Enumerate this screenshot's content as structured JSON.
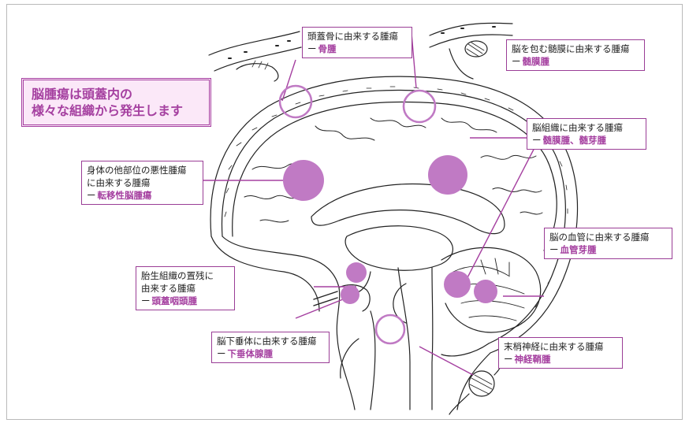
{
  "colors": {
    "accent": "#a540a0",
    "accent_fill": "#c07ac4",
    "title_bg": "#fbe8f8",
    "line": "#222222"
  },
  "title": {
    "line1": "脳腫瘍は頭蓋内の",
    "line2": "様々な組織から発生します"
  },
  "labels": {
    "bone": {
      "text1": "頭蓋骨に由来する腫瘍",
      "tumor": "骨腫"
    },
    "meninges": {
      "text1": "脳を包む髄膜に由来する腫瘍",
      "tumor": "髄膜腫"
    },
    "brain_tissue": {
      "text1": "脳組織に由来する腫瘍",
      "tumor": "髄膜腫、髄芽腫"
    },
    "metastatic": {
      "text1": "身体の他部位の悪性腫瘍",
      "text2": "に由来する腫瘍",
      "tumor": "転移性脳腫瘍"
    },
    "vascular": {
      "text1": "脳の血管に由来する腫瘍",
      "tumor": "血管芽腫"
    },
    "embryonic": {
      "text1": "胎生組織の置残に",
      "text2": "由来する腫瘍",
      "tumor": "頭蓋咽頭腫"
    },
    "pituitary": {
      "text1": "脳下垂体に由来する腫瘍",
      "tumor": "下垂体腺腫"
    },
    "peripheral_nerve": {
      "text1": "末梢神経に由来する腫瘍",
      "tumor": "神経鞘腫"
    }
  }
}
